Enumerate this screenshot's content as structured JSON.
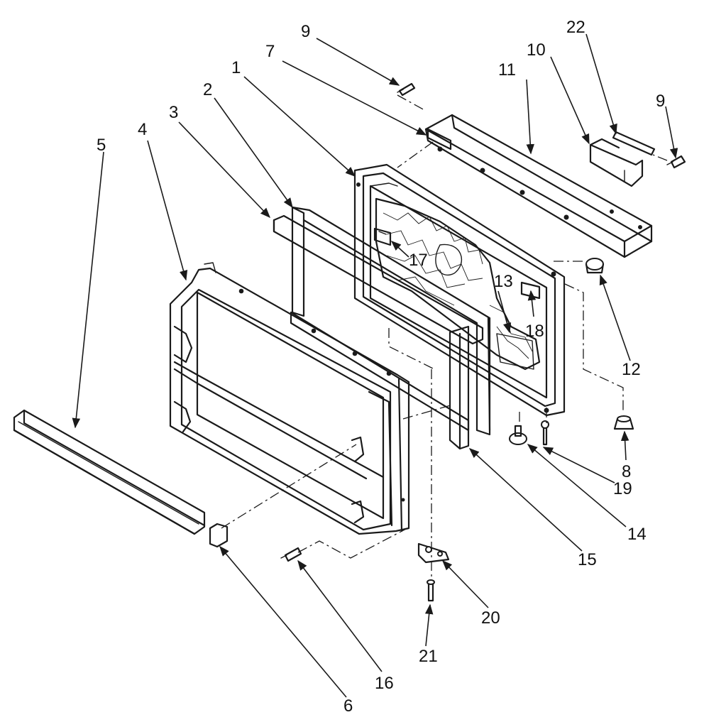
{
  "diagram": {
    "type": "exploded-parts-view",
    "callouts": [
      "1",
      "2",
      "3",
      "4",
      "5",
      "6",
      "7",
      "8",
      "9",
      "9",
      "10",
      "11",
      "12",
      "13",
      "14",
      "15",
      "16",
      "17",
      "18",
      "19",
      "20",
      "21",
      "22"
    ]
  },
  "colors": {
    "ink": "#1a1a1a",
    "background": "#ffffff"
  }
}
